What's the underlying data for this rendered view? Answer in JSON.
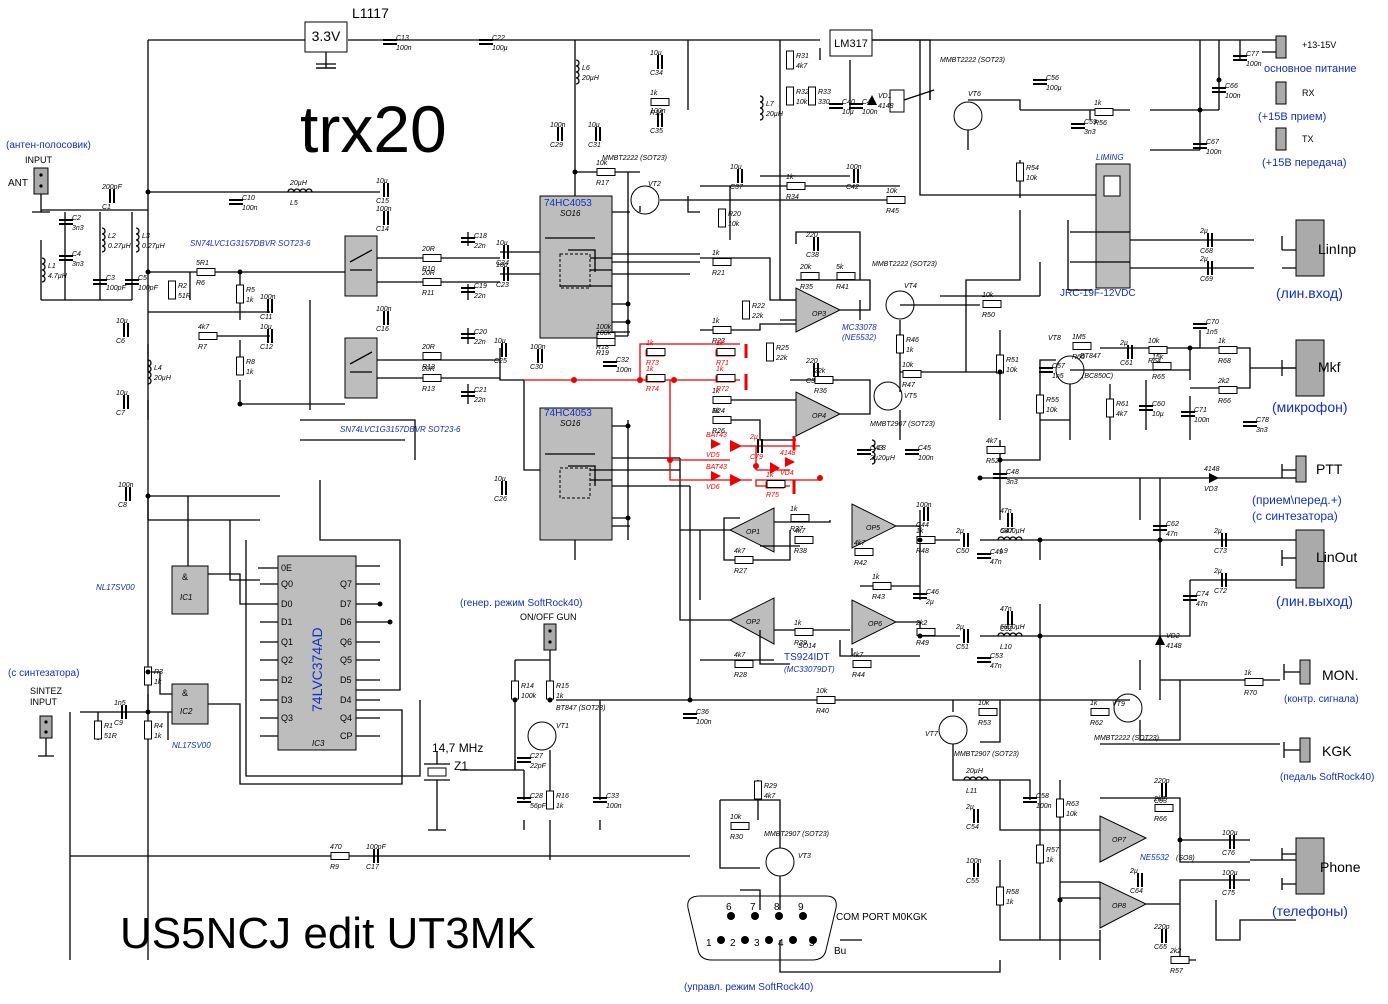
{
  "title": "trx20",
  "footer": "US5NCJ edit UT3MK",
  "colors": {
    "wire": "#000000",
    "ic_fill": "#bdbdbd",
    "annotation_blue": "#1030c0",
    "mod_red": "#e00000"
  },
  "ics": {
    "regulator": "3.3V",
    "regulator_part": "L1117",
    "lm317": "LM317",
    "mux1": "74HC4053",
    "mux1_pkg": "SO16",
    "mux2": "74HC4053",
    "mux2_pkg": "SO16",
    "ic3": "74LVC374AD",
    "ic3_ref": "IC3",
    "ic1": "IC1",
    "ic2": "IC2",
    "nl1": "NL17SV00",
    "nl2": "NL17SV00",
    "sw1": "SN74LVC1G3157DBVR SOT23-6",
    "sw2": "SN74LVC1G3157DBVR SOT23-6",
    "relay_label": "LIMING",
    "relay_part": "JRC-19F-12VDC",
    "op_a": "MC33078",
    "op_a2": "(NE5532)",
    "op_b": "TS924IDT",
    "op_b2": "(MC33079DT)",
    "op_b_pkg": "SO14",
    "op_c": "NE5532",
    "op_c_pkg": "(SO8)",
    "vt1_part": "BT847 (SOT23)",
    "vt2_part": "MMBT2222 (SOT23)",
    "vt3_part": "MMBT2907 (SOT23)",
    "vt4_part": "MMBT2222 (SOT23)",
    "vt5_part": "MMBT2907 (SOT23)",
    "vt6_part": "MMBT2222 (SOT23)",
    "vt7_part": "MMBT2907 (SOT23)",
    "vt8_part": "BT847",
    "vt8_alt": "(BC850C)",
    "vt9_part": "MMBT2222 (SOT23)",
    "xtal_freq": "14,7 MHz",
    "xtal_ref": "Z1",
    "com_port": "COM PORT M0KGK",
    "bu": "Bu"
  },
  "annotations": {
    "antenna_filter": "(антен-полосовик)",
    "input": "INPUT",
    "ant": "ANT",
    "from_synth": "(с синтезатора)",
    "sintez_input1": "SINTEZ",
    "sintez_input2": "INPUT",
    "gen_mode": "(генер. режим SoftRock40)",
    "onoff": "ON/OFF GUN",
    "ctrl_mode": "(управл. режим SoftRock40)"
  },
  "connectors": {
    "main_power": "+13-15V",
    "main_power_desc": "основное питание",
    "rx": "RX",
    "rx_desc": "(+15В прием)",
    "tx": "TX",
    "tx_desc": "(+15В передача)",
    "lininp": "LinInp",
    "lininp_desc": "(лин.вход)",
    "mkf": "Mkf",
    "mkf_desc": "(микрофон)",
    "ptt": "PTT",
    "ptt_desc1": "(прием\\перед.+)",
    "ptt_desc2": "(с синтезатора)",
    "linout": "LinOut",
    "linout_desc": "(лин.выход)",
    "mon": "MON.",
    "mon_desc": "(контр. сигнала)",
    "kgk": "KGK",
    "kgk_desc": "(педаль SoftRock40)",
    "phone": "Phone",
    "phone_desc": "(телефоны)"
  },
  "parts": [
    {
      "id": "c13",
      "ref": "C13",
      "val": "100n"
    },
    {
      "id": "c22",
      "ref": "C22",
      "val": "100µ"
    },
    {
      "id": "c34",
      "ref": "C34",
      "val": "10µ"
    },
    {
      "id": "r15",
      "ref": "R15",
      "val": "1k"
    },
    {
      "id": "c35",
      "ref": "C35",
      "val": "100n"
    },
    {
      "id": "l6",
      "ref": "L6",
      "val": "20µH"
    },
    {
      "id": "c29",
      "ref": "C29",
      "val": "100n"
    },
    {
      "id": "c31",
      "ref": "C31",
      "val": "10µ"
    },
    {
      "id": "l7",
      "ref": "L7",
      "val": "20µH"
    },
    {
      "id": "r31",
      "ref": "R31",
      "val": "4k7"
    },
    {
      "id": "r32",
      "ref": "R32",
      "val": "10k"
    },
    {
      "id": "r33",
      "ref": "R33",
      "val": "330"
    },
    {
      "id": "c40",
      "ref": "C40",
      "val": "10µ"
    },
    {
      "id": "c41",
      "ref": "C41",
      "val": "100n"
    },
    {
      "id": "vd1",
      "ref": "VD1",
      "val": "4148"
    },
    {
      "id": "c56",
      "ref": "C56",
      "val": "100µ"
    },
    {
      "id": "c59",
      "ref": "C59",
      "val": "3n3"
    },
    {
      "id": "r56",
      "ref": "R56",
      "val": "10k"
    },
    {
      "id": "c77",
      "ref": "C77",
      "val": "100n"
    },
    {
      "id": "c66",
      "ref": "C66",
      "val": "100n"
    },
    {
      "id": "c67",
      "ref": "C67",
      "val": "100n"
    },
    {
      "id": "c37",
      "ref": "C37",
      "val": "10µ"
    },
    {
      "id": "r34",
      "ref": "R34",
      "val": "1k"
    },
    {
      "id": "c42",
      "ref": "C42",
      "val": "100n"
    },
    {
      "id": "r45",
      "ref": "R45",
      "val": "10k"
    },
    {
      "id": "r17",
      "ref": "R17",
      "val": "10k"
    },
    {
      "id": "r20",
      "ref": "R20",
      "val": "10k"
    },
    {
      "id": "r54",
      "ref": "R54",
      "val": "10k"
    },
    {
      "id": "c15",
      "ref": "C15",
      "val": "10µ"
    },
    {
      "id": "l5",
      "ref": "L5",
      "val": "20µH"
    },
    {
      "id": "c10",
      "ref": "C10",
      "val": "100n"
    },
    {
      "id": "c14",
      "ref": "C14",
      "val": "100n"
    },
    {
      "id": "c1",
      "ref": "C1",
      "val": "200pF"
    },
    {
      "id": "l2",
      "ref": "L2",
      "val": "0.27µH"
    },
    {
      "id": "l3",
      "ref": "L3",
      "val": "0.27µH"
    },
    {
      "id": "c2",
      "ref": "C2",
      "val": "3n3"
    },
    {
      "id": "c4",
      "ref": "C4",
      "val": "3n3"
    },
    {
      "id": "l1",
      "ref": "L1",
      "val": "4.7µH"
    },
    {
      "id": "c3",
      "ref": "C3",
      "val": "100pF"
    },
    {
      "id": "c5",
      "ref": "C5",
      "val": "100pF"
    },
    {
      "id": "r6",
      "ref": "R6",
      "val": "5R1"
    },
    {
      "id": "r2",
      "ref": "R2",
      "val": "51R"
    },
    {
      "id": "r5",
      "ref": "R5",
      "val": "1k"
    },
    {
      "id": "c11",
      "ref": "C11",
      "val": "100n"
    },
    {
      "id": "r7",
      "ref": "R7",
      "val": "4k7"
    },
    {
      "id": "c12",
      "ref": "C12",
      "val": "10µ"
    },
    {
      "id": "r8",
      "ref": "R8",
      "val": "1k"
    },
    {
      "id": "c6",
      "ref": "C6",
      "val": "10µ"
    },
    {
      "id": "l4",
      "ref": "L4",
      "val": "20µH"
    },
    {
      "id": "c7",
      "ref": "C7",
      "val": "10µ"
    },
    {
      "id": "r10",
      "ref": "R10",
      "val": "20R"
    },
    {
      "id": "r11",
      "ref": "R11",
      "val": "20R"
    },
    {
      "id": "c18",
      "ref": "C18",
      "val": "22n"
    },
    {
      "id": "c19",
      "ref": "C19",
      "val": "22n"
    },
    {
      "id": "c24",
      "ref": "C24",
      "val": "10µ"
    },
    {
      "id": "c23",
      "ref": "C23",
      "val": "10µ"
    },
    {
      "id": "c16",
      "ref": "C16",
      "val": "100n"
    },
    {
      "id": "r12",
      "ref": "R12",
      "val": "20R"
    },
    {
      "id": "r13",
      "ref": "R13",
      "val": "20R"
    },
    {
      "id": "c20",
      "ref": "C20",
      "val": "22n"
    },
    {
      "id": "c21",
      "ref": "C21",
      "val": "22n"
    },
    {
      "id": "c25",
      "ref": "C25",
      "val": "10µ"
    },
    {
      "id": "c30",
      "ref": "C30",
      "val": "100n"
    },
    {
      "id": "c26",
      "ref": "C26",
      "val": "10µ"
    },
    {
      "id": "r18",
      "ref": "R18",
      "val": "100k"
    },
    {
      "id": "r19",
      "ref": "R19",
      "val": "100k"
    },
    {
      "id": "c32",
      "ref": "C32",
      "val": "100n"
    },
    {
      "id": "r21",
      "ref": "R21",
      "val": "1k"
    },
    {
      "id": "r22",
      "ref": "R22",
      "val": "22k"
    },
    {
      "id": "r23",
      "ref": "R23",
      "val": "1k"
    },
    {
      "id": "r25",
      "ref": "R25",
      "val": "22k"
    },
    {
      "id": "c38",
      "ref": "C38",
      "val": "220"
    },
    {
      "id": "r35",
      "ref": "R35",
      "val": "20k"
    },
    {
      "id": "r41",
      "ref": "R41",
      "val": "5k"
    },
    {
      "id": "r46",
      "ref": "R46",
      "val": "1k"
    },
    {
      "id": "r50",
      "ref": "R50",
      "val": "10k"
    },
    {
      "id": "c39",
      "ref": "C39",
      "val": "220"
    },
    {
      "id": "r36",
      "ref": "R36",
      "val": "22k"
    },
    {
      "id": "r47",
      "ref": "R47",
      "val": "10k"
    },
    {
      "id": "r51",
      "ref": "R51",
      "val": "10k"
    },
    {
      "id": "r24",
      "ref": "R24",
      "val": "1k"
    },
    {
      "id": "r26",
      "ref": "R26",
      "val": "1k"
    },
    {
      "id": "r73",
      "ref": "R73",
      "val": "1k"
    },
    {
      "id": "r71",
      "ref": "R71",
      "val": "1k"
    },
    {
      "id": "r74",
      "ref": "R74",
      "val": "1k"
    },
    {
      "id": "r72",
      "ref": "R72",
      "val": "1k"
    },
    {
      "id": "vd5",
      "ref": "VD5",
      "val": "BAT43"
    },
    {
      "id": "c79",
      "ref": "C79",
      "val": "2µ"
    },
    {
      "id": "vd4",
      "ref": "VD4",
      "val": "4148"
    },
    {
      "id": "vd6",
      "ref": "VD6",
      "val": "BAT43"
    },
    {
      "id": "r75",
      "ref": "R75",
      "val": "1k"
    },
    {
      "id": "l8",
      "ref": "L8",
      "val": "20µH"
    },
    {
      "id": "c43",
      "ref": "C43",
      "val": "2µ"
    },
    {
      "id": "c45",
      "ref": "C45",
      "val": "100n"
    },
    {
      "id": "r52",
      "ref": "R52",
      "val": "4k7"
    },
    {
      "id": "c48",
      "ref": "C48",
      "val": "3n3"
    },
    {
      "id": "c44",
      "ref": "C44",
      "val": "100n"
    },
    {
      "id": "r37",
      "ref": "R37",
      "val": "1k"
    },
    {
      "id": "r38",
      "ref": "R38",
      "val": "4k7"
    },
    {
      "id": "r27",
      "ref": "R27",
      "val": "4k7"
    },
    {
      "id": "r42",
      "ref": "R42",
      "val": "4k7"
    },
    {
      "id": "r48",
      "ref": "R48",
      "val": "1k"
    },
    {
      "id": "c50",
      "ref": "C50",
      "val": "2µ"
    },
    {
      "id": "c47",
      "ref": "C47",
      "val": "47n"
    },
    {
      "id": "l9",
      "ref": "L9",
      "val": "6800µH"
    },
    {
      "id": "c49",
      "ref": "C49",
      "val": "47n"
    },
    {
      "id": "r43",
      "ref": "R43",
      "val": "1k"
    },
    {
      "id": "c46",
      "ref": "C46",
      "val": "2µ"
    },
    {
      "id": "r39",
      "ref": "R39",
      "val": "1k"
    },
    {
      "id": "r28",
      "ref": "R28",
      "val": "4k7"
    },
    {
      "id": "r44",
      "ref": "R44",
      "val": "4k7"
    },
    {
      "id": "r49",
      "ref": "R49",
      "val": "2k2"
    },
    {
      "id": "c51",
      "ref": "C51",
      "val": "2µ"
    },
    {
      "id": "c52",
      "ref": "C52",
      "val": "47n"
    },
    {
      "id": "l10",
      "ref": "L10",
      "val": "6800µH"
    },
    {
      "id": "c53",
      "ref": "C53",
      "val": "47n"
    },
    {
      "id": "c68",
      "ref": "C68",
      "val": "2µ"
    },
    {
      "id": "c69",
      "ref": "C69",
      "val": "2µ"
    },
    {
      "id": "c70",
      "ref": "C70",
      "val": "1n5"
    },
    {
      "id": "r60",
      "ref": "R60",
      "val": "1M5"
    },
    {
      "id": "c57",
      "ref": "C57",
      "val": "1n5"
    },
    {
      "id": "r55",
      "ref": "R55",
      "val": "10k"
    },
    {
      "id": "r64",
      "ref": "R64",
      "val": "10k"
    },
    {
      "id": "r65",
      "ref": "R65",
      "val": "15k"
    },
    {
      "id": "c61",
      "ref": "C61",
      "val": "2µ"
    },
    {
      "id": "r68",
      "ref": "R68",
      "val": "1k"
    },
    {
      "id": "c60",
      "ref": "C60",
      "val": "10µ"
    },
    {
      "id": "r61",
      "ref": "R61",
      "val": "4k7"
    },
    {
      "id": "c71",
      "ref": "C71",
      "val": "100n"
    },
    {
      "id": "r66",
      "ref": "R66",
      "val": "2k2"
    },
    {
      "id": "c78",
      "ref": "C78",
      "val": "3n3"
    },
    {
      "id": "vd3",
      "ref": "VD3",
      "val": "4148"
    },
    {
      "id": "c62",
      "ref": "C62",
      "val": "47n"
    },
    {
      "id": "c73",
      "ref": "C73",
      "val": "2µ"
    },
    {
      "id": "c72",
      "ref": "C72",
      "val": "2µ"
    },
    {
      "id": "c74",
      "ref": "C74",
      "val": "47n"
    },
    {
      "id": "vd2",
      "ref": "VD2",
      "val": "4148"
    },
    {
      "id": "r70",
      "ref": "R70",
      "val": "1k"
    },
    {
      "id": "r40",
      "ref": "R40",
      "val": "10k"
    },
    {
      "id": "c36",
      "ref": "C36",
      "val": "100n"
    },
    {
      "id": "r62",
      "ref": "R62",
      "val": "1k"
    },
    {
      "id": "r53",
      "ref": "R53",
      "val": "10k"
    },
    {
      "id": "l11",
      "ref": "L11",
      "val": "20µH"
    },
    {
      "id": "c58",
      "ref": "C58",
      "val": "100n"
    },
    {
      "id": "c54",
      "ref": "C54",
      "val": "2µ"
    },
    {
      "id": "r63",
      "ref": "R63",
      "val": "10k"
    },
    {
      "id": "c63",
      "ref": "C63",
      "val": "220p"
    },
    {
      "id": "r66b",
      "ref": "R66",
      "val": "2k2"
    },
    {
      "id": "c76",
      "ref": "C76",
      "val": "100µ"
    },
    {
      "id": "c55",
      "ref": "C55",
      "val": "100n"
    },
    {
      "id": "r56b",
      "ref": "R56",
      "val": "1k"
    },
    {
      "id": "r57",
      "ref": "R57",
      "val": "1k"
    },
    {
      "id": "r58",
      "ref": "R58",
      "val": "1k"
    },
    {
      "id": "c64",
      "ref": "C64",
      "val": "2µ"
    },
    {
      "id": "c75",
      "ref": "C75",
      "val": "100µ"
    },
    {
      "id": "c65",
      "ref": "C65",
      "val": "220p"
    },
    {
      "id": "r57b",
      "ref": "R57",
      "val": "2k2"
    },
    {
      "id": "r29",
      "ref": "R29",
      "val": "4k7"
    },
    {
      "id": "r30",
      "ref": "R30",
      "val": "10k"
    },
    {
      "id": "r14",
      "ref": "R14",
      "val": "100k"
    },
    {
      "id": "r15b",
      "ref": "R15",
      "val": "1k"
    },
    {
      "id": "c27",
      "ref": "C27",
      "val": "22pF"
    },
    {
      "id": "c28",
      "ref": "C28",
      "val": "56pF"
    },
    {
      "id": "r16",
      "ref": "R16",
      "val": "1k"
    },
    {
      "id": "c33",
      "ref": "C33",
      "val": "100n"
    },
    {
      "id": "c8",
      "ref": "C8",
      "val": "100n"
    },
    {
      "id": "r3",
      "ref": "R3",
      "val": "1k"
    },
    {
      "id": "r1",
      "ref": "R1",
      "val": "51R"
    },
    {
      "id": "c9",
      "ref": "C9",
      "val": "1n5"
    },
    {
      "id": "r4",
      "ref": "R4",
      "val": "1k"
    },
    {
      "id": "r9",
      "ref": "R9",
      "val": "470"
    },
    {
      "id": "c17",
      "ref": "C17",
      "val": "100pF"
    }
  ]
}
